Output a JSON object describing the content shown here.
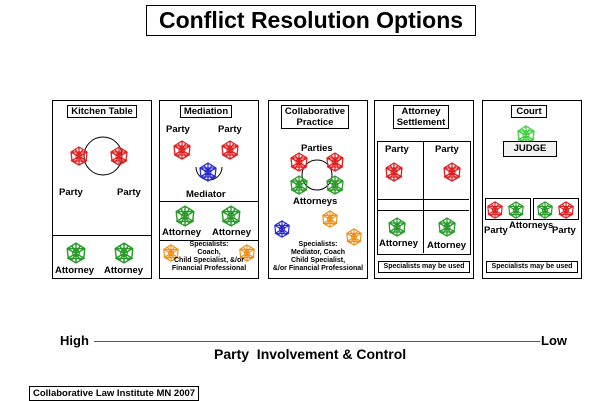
{
  "title": "Conflict Resolution Options",
  "colors": {
    "party": "#e02020",
    "attorney": "#2a9a2a",
    "mediator": "#2a2ad0",
    "specialist": "#f0901a",
    "judge": "#40d040"
  },
  "panels": {
    "kitchen": {
      "title": "Kitchen Table",
      "party_left": "Party",
      "party_right": "Party",
      "attorney_left": "Attorney",
      "attorney_right": "Attorney"
    },
    "mediation": {
      "title": "Mediation",
      "party_left": "Party",
      "party_right": "Party",
      "mediator": "Mediator",
      "attorney_left": "Attorney",
      "attorney_right": "Attorney",
      "specialists": "Specialists:\nCoach,\nChild Specialist,  &/or\nFinancial Professional"
    },
    "collaborative": {
      "title": "Collaborative\nPractice",
      "parties": "Parties",
      "attorneys": "Attorneys",
      "specialists": "Specialists:\nMediator, Coach\nChild Specialist,\n&/or Financial Professional"
    },
    "settlement": {
      "title": "Attorney\nSettlement",
      "party_left": "Party",
      "party_right": "Party",
      "attorney_left": "Attorney",
      "attorney_right": "Attorney",
      "specialists": "Specialists may be used"
    },
    "court": {
      "title": "Court",
      "judge": "JUDGE",
      "party_left": "Party",
      "attorneys": "Attorneys",
      "party_right": "Party",
      "specialists": "Specialists may be used"
    }
  },
  "scale": {
    "high": "High",
    "low": "Low",
    "axis_label": "Party  Involvement & Control"
  },
  "credit": "Collaborative Law Institute MN 2007"
}
